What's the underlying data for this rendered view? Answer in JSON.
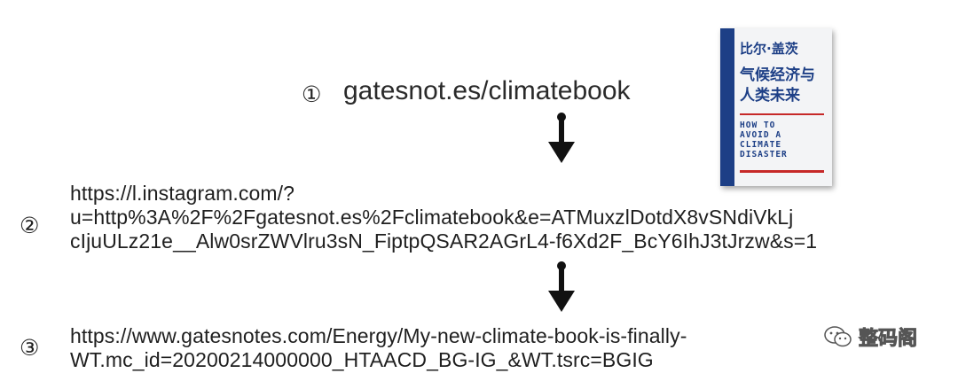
{
  "steps": [
    {
      "number": "①",
      "text": "gatesnot.es/climatebook"
    },
    {
      "number": "②",
      "lines": [
        "https://l.instagram.com/?",
        "u=http%3A%2F%2Fgatesnot.es%2Fclimatebook&e=ATMuxzlDotdX8vSNdiVkLj",
        "cIjuULz21e__Alw0srZWVlru3sN_FiptpQSAR2AGrL4-f6Xd2F_BcY6IhJ3tJrzw&s=1"
      ]
    },
    {
      "number": "③",
      "lines": [
        "https://www.gatesnotes.com/Energy/My-new-climate-book-is-finally-",
        "WT.mc_id=20200214000000_HTAACD_BG-IG_&WT.tsrc=BGIG"
      ]
    }
  ],
  "book": {
    "author": "比尔·盖茨",
    "title_cn": "气候经济与\n人类未来",
    "title_en": "HOW TO\nAVOID A\nCLIMATE\nDISASTER"
  },
  "watermark": {
    "text": "整码阁",
    "icon": "wechat-icon"
  },
  "colors": {
    "arrow": "#111111",
    "book_blue": "#1d3f86",
    "book_red": "#c62828"
  }
}
